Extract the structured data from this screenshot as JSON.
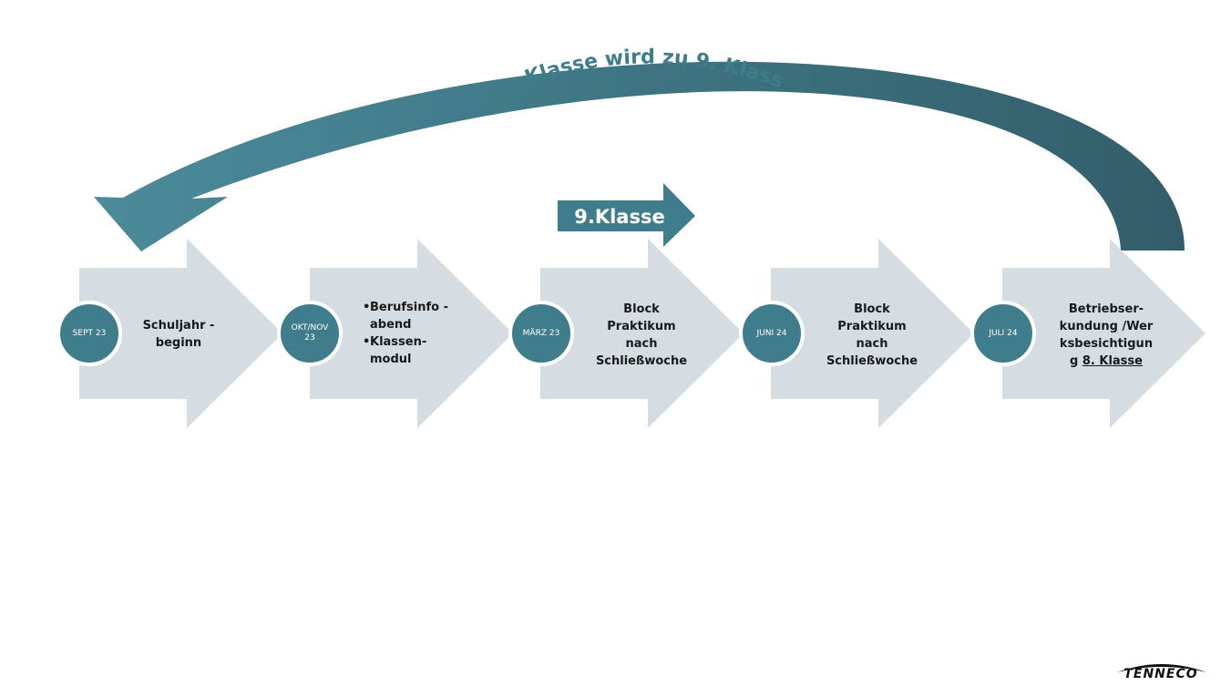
{
  "colors": {
    "arrow_fill": "#d6dde2",
    "circle_fill": "#3f7d8c",
    "circle_ring": "#ffffff",
    "curve_light": "#4b8b9a",
    "curve_dark": "#325e6a",
    "text_dark": "#1a1a1a"
  },
  "loop_label": "8. Klasse wird zu 9. Klasse",
  "grade_arrow_label": "9.Klasse",
  "steps": [
    {
      "date": "SEPT 23",
      "lines": [
        "Schuljahr -",
        "beginn"
      ]
    },
    {
      "date_lines": [
        "OKT/NOV",
        "23"
      ],
      "bullets": [
        "Berufsinfo -",
        "abend",
        "Klassen-",
        "modul"
      ]
    },
    {
      "date": "MÄRZ 23",
      "lines": [
        "Block",
        "Praktikum",
        "nach",
        "Schließwoche"
      ]
    },
    {
      "date": "JUNI 24",
      "lines": [
        "Block",
        "Praktikum",
        "nach",
        "Schließwoche"
      ]
    },
    {
      "date": "JULI 24",
      "lines": [
        "Betriebser-",
        "kundung /Wer",
        "ksbesichtigun",
        "g",
        "8. Klasse"
      ]
    }
  ],
  "logo": {
    "text": "TENNECO"
  }
}
